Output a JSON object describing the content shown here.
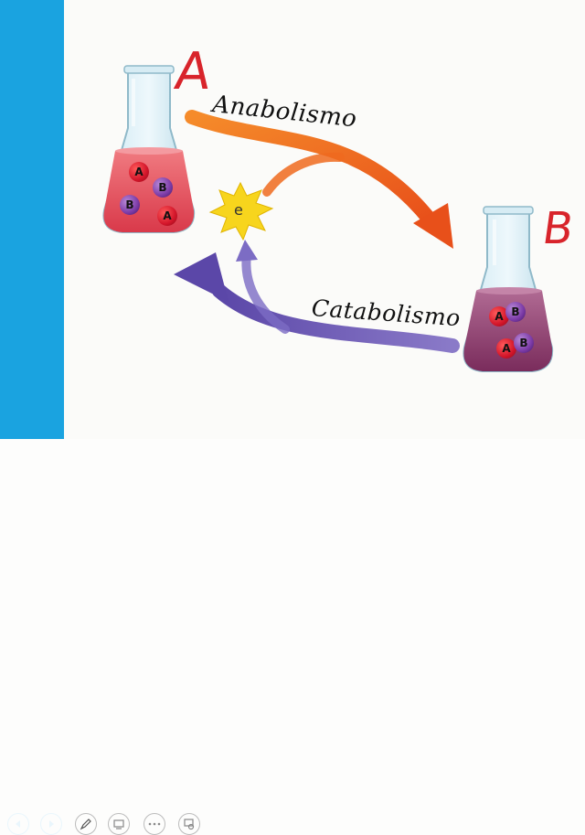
{
  "labels": {
    "anabolism": "Anabolismo",
    "catabolism": "Catabolismo",
    "flask_a_mark": "A",
    "flask_b_mark": "B",
    "energy": "e"
  },
  "flask_a": {
    "molecules": [
      "A",
      "B",
      "B",
      "A"
    ]
  },
  "flask_b": {
    "molecules": [
      "A",
      "B",
      "A",
      "B"
    ]
  },
  "colors": {
    "sidebar": "#1aa3e0",
    "anabolism_arrow": "#f26a1b",
    "catabolism_arrow": "#6a55b0",
    "flask_a_liquid": "#e8535f",
    "flask_b_liquid": "#8a3b6e",
    "energy_star": "#f7d51d",
    "hand_annotation": "#d8242b"
  },
  "toolbar": {
    "icons": [
      "previous-icon",
      "next-icon",
      "pen-icon",
      "slides-icon",
      "more-icon",
      "zoom-icon"
    ]
  }
}
